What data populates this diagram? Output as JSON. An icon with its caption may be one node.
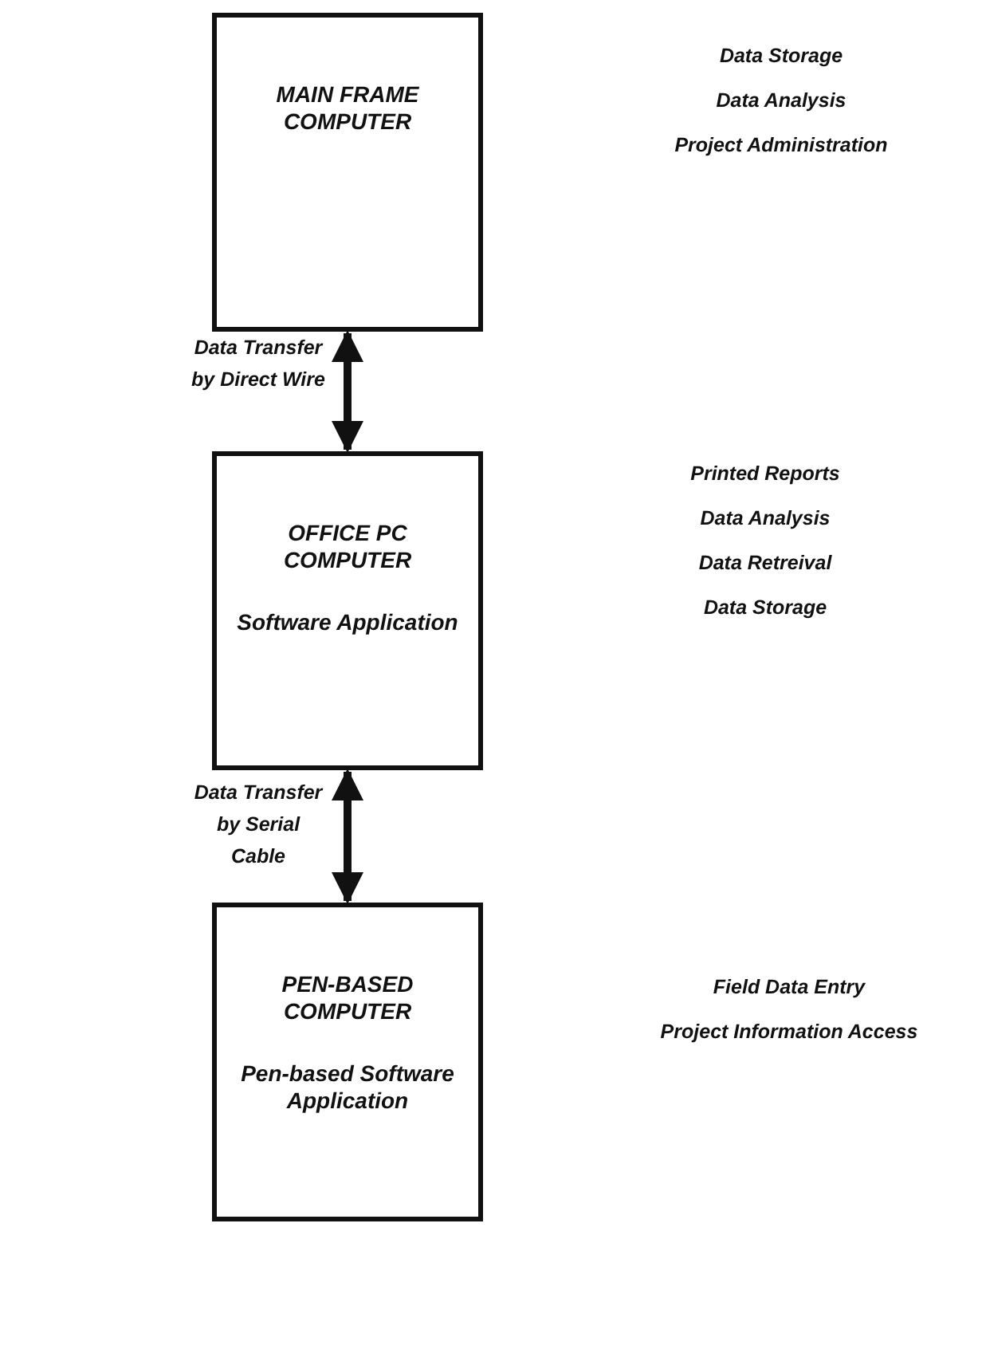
{
  "diagram": {
    "nodes": [
      {
        "text": [
          "MAIN FRAME COMPUTER"
        ],
        "beside": [
          "Data Storage",
          "Data Analysis",
          "Project Administration"
        ]
      },
      {
        "text": [
          "OFFICE PC COMPUTER",
          "Software Application"
        ],
        "beside": [
          "Printed Reports",
          "Data Analysis",
          "Data Retreival",
          "Data Storage"
        ]
      },
      {
        "text": [
          "PEN-BASED COMPUTER",
          "Pen-based Software Application"
        ],
        "beside": [
          "Field Data Entry",
          "Project Information Access"
        ]
      }
    ],
    "edges": [
      {
        "from": 0,
        "to": 1,
        "arrow": "both",
        "label": "Data Transfer by Direct Wire"
      },
      {
        "from": 1,
        "to": 2,
        "arrow": "both",
        "label": "Data Transfer by Serial Cable"
      }
    ]
  }
}
